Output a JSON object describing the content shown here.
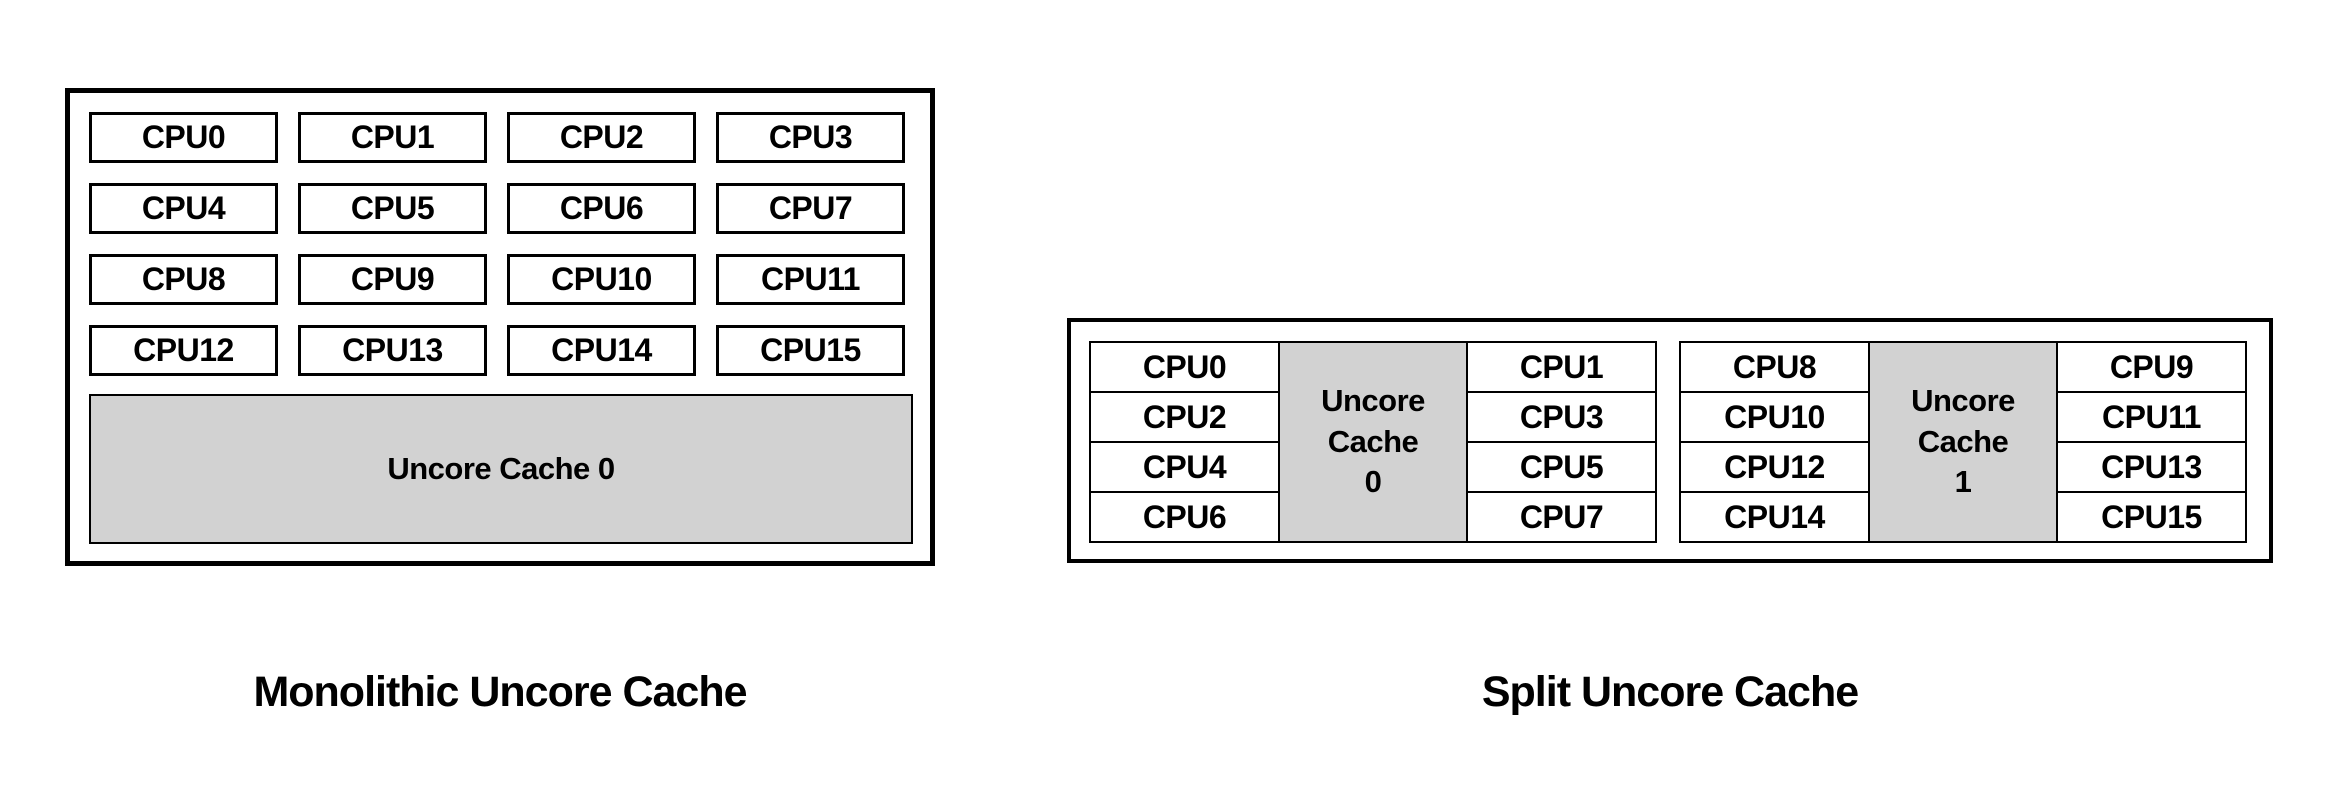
{
  "colors": {
    "background": "#ffffff",
    "border": "#000000",
    "text": "#000000",
    "cache_fill": "#d2d2d2"
  },
  "monolithic": {
    "caption": "Monolithic Uncore Cache",
    "cache_label": "Uncore Cache 0",
    "cpus": [
      "CPU0",
      "CPU1",
      "CPU2",
      "CPU3",
      "CPU4",
      "CPU5",
      "CPU6",
      "CPU7",
      "CPU8",
      "CPU9",
      "CPU10",
      "CPU11",
      "CPU12",
      "CPU13",
      "CPU14",
      "CPU15"
    ]
  },
  "split": {
    "caption": "Split Uncore Cache",
    "groups": [
      {
        "left_cpus": [
          "CPU0",
          "CPU2",
          "CPU4",
          "CPU6"
        ],
        "cache_lines": [
          "Uncore",
          "Cache",
          "0"
        ],
        "right_cpus": [
          "CPU1",
          "CPU3",
          "CPU5",
          "CPU7"
        ]
      },
      {
        "left_cpus": [
          "CPU8",
          "CPU10",
          "CPU12",
          "CPU14"
        ],
        "cache_lines": [
          "Uncore",
          "Cache",
          "1"
        ],
        "right_cpus": [
          "CPU9",
          "CPU11",
          "CPU13",
          "CPU15"
        ]
      }
    ]
  }
}
